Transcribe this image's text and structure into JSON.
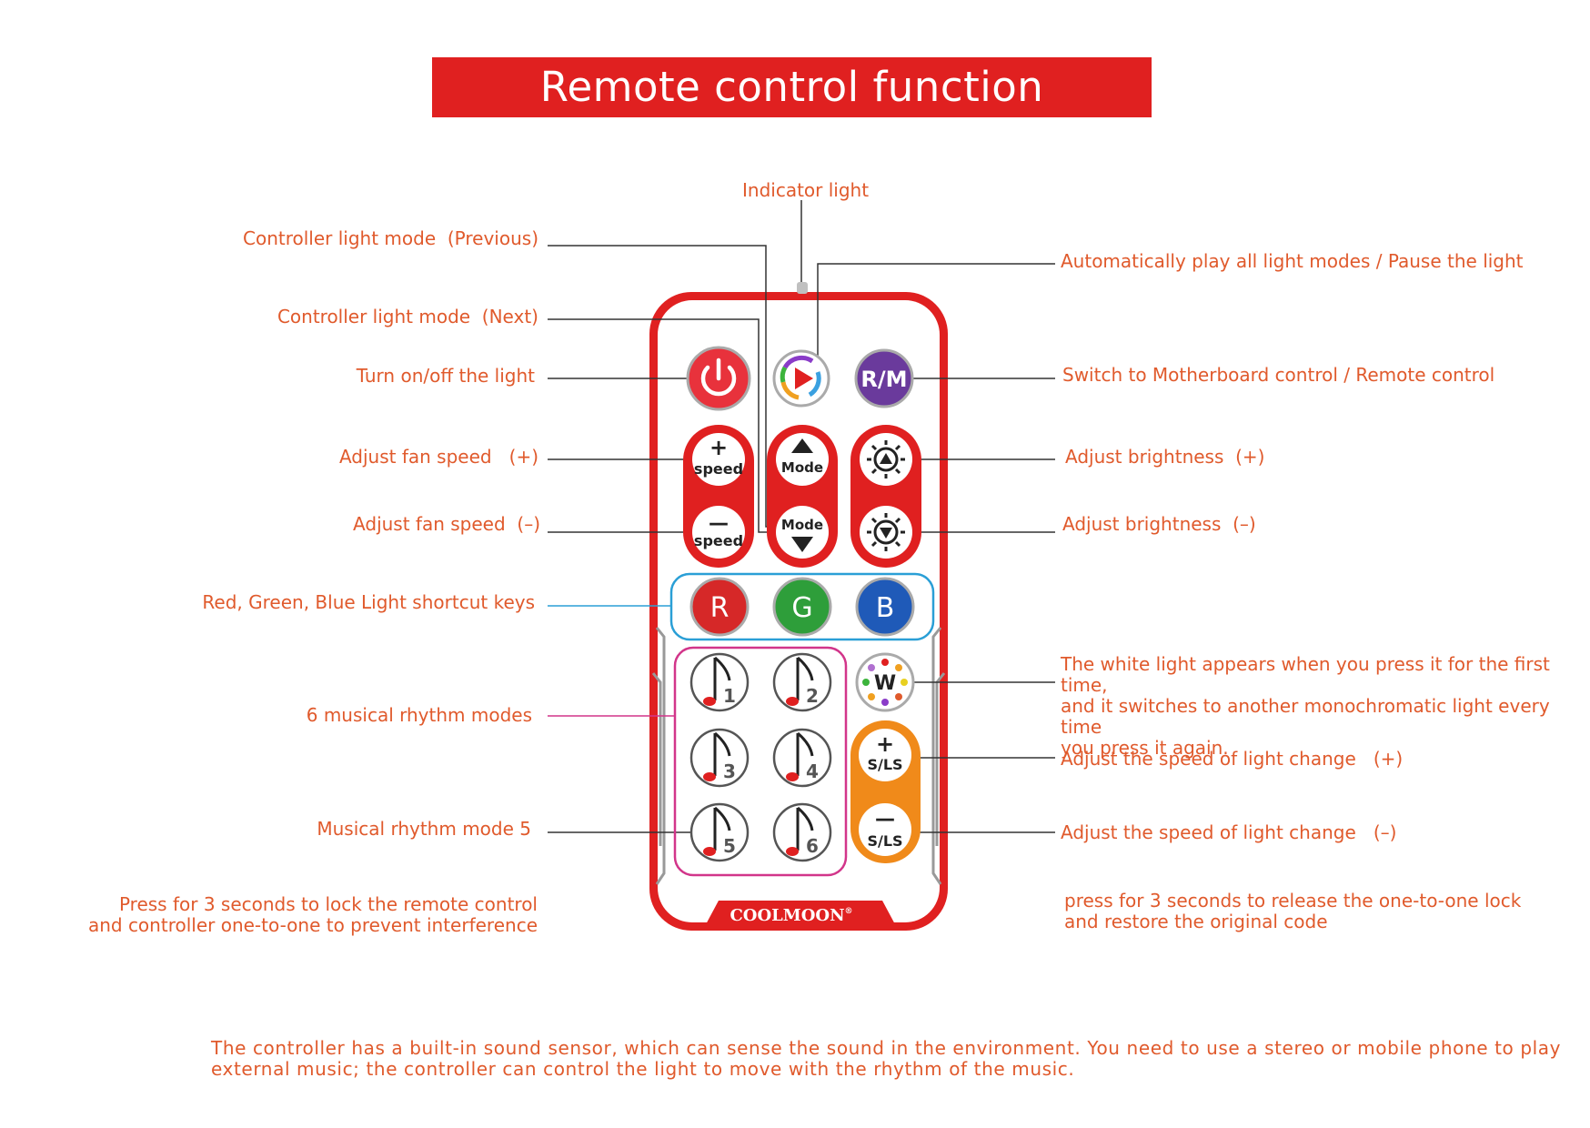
{
  "title": "Remote control function introduction",
  "labels": {
    "indicator_light": "Indicator light",
    "light_mode_previous": "Controller light mode  (Previous)",
    "light_mode_next": "Controller light mode  (Next)",
    "turn_on_off": "Turn on/off the light",
    "fan_speed_plus": "Adjust fan speed   (+)",
    "fan_speed_minus": "Adjust fan speed  (–)",
    "rgb_shortcut": "Red, Green, Blue Light shortcut keys",
    "musical_modes": "6 musical rhythm modes",
    "musical_mode_5": "Musical rhythm mode 5",
    "lock_note": "Press for 3 seconds to lock the remote control\nand controller one-to-one to prevent interference",
    "auto_play": "Automatically play all light modes / Pause the light",
    "switch_mb": "Switch to Motherboard control / Remote control",
    "brightness_plus": "Adjust brightness  (+)",
    "brightness_minus": "Adjust brightness  (–)",
    "white_light": "The white light appears when you press it for the first time,\nand it switches to another monochromatic light every time\nyou press it again.",
    "speed_change_plus": "Adjust the speed of light change   (+)",
    "speed_change_minus": "Adjust the speed of light change   (–)",
    "release_note": "press for 3 seconds to release the one-to-one lock\nand restore the original code"
  },
  "footer": "The controller has a built-in sound sensor, which can sense the sound in the environment. You need to use a stereo or mobile phone to play\nexternal music; the controller can control the light to move with the rhythm of the music.",
  "remote": {
    "brand": "COOLMOON",
    "brand_mark": "®",
    "rm_label": "R/M",
    "speed_label": "speed",
    "mode_label": "Mode",
    "r_label": "R",
    "g_label": "G",
    "b_label": "B",
    "w_label": "W",
    "sls_label": "S/LS",
    "plus": "+",
    "minus": "—",
    "music_numbers": [
      "1",
      "2",
      "3",
      "4",
      "5",
      "6"
    ]
  },
  "colors": {
    "accent_red": "#e02020",
    "label_orange": "#e05a2c",
    "rgb_line": "#2a9fd6",
    "music_line": "#d2358a",
    "power_button": "#e8323c",
    "rm_button": "#6a3a9c",
    "r_button": "#d62828",
    "g_button": "#2e9e3a",
    "b_button": "#1f5ab8",
    "sls_panel": "#f08a1a"
  }
}
